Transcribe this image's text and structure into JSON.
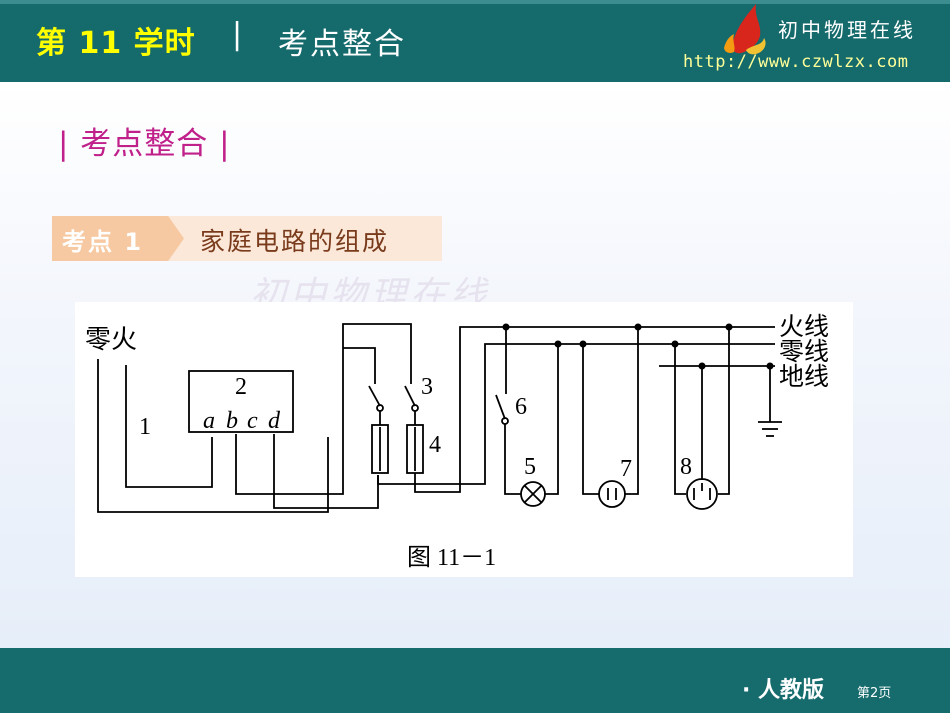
{
  "header": {
    "lesson": "第 11 学时",
    "separator": "|",
    "topic": "考点整合",
    "brand": "初中物理在线",
    "url": "http://www.czwlzx.com"
  },
  "section": {
    "title": "| 考点整合 |"
  },
  "knowledge_point": {
    "label": "考点 1",
    "title": "家庭电路的组成"
  },
  "watermark": "初中物理在线",
  "diagram": {
    "supply_labels": "零火",
    "meter_label": "2",
    "terminals": [
      "a",
      "b",
      "c",
      "d"
    ],
    "wire_label": "1",
    "fuse_label": "4",
    "switches": {
      "main_switch": "3",
      "lamp_switch": "6"
    },
    "lamp_label": "5",
    "socket_two_hole_label": "7",
    "socket_three_hole_label": "8",
    "line_labels": {
      "live": "火线",
      "neutral": "零线",
      "earth": "地线"
    },
    "caption": "图 11－1"
  },
  "footer": {
    "edition": "· 人教版",
    "page": "第2页"
  }
}
